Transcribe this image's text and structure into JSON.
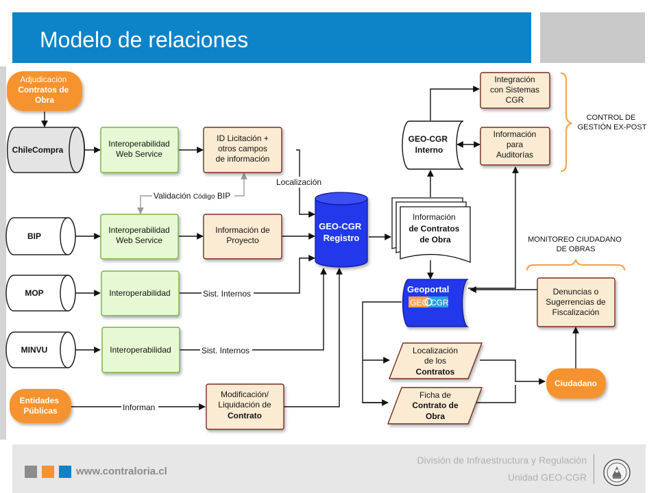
{
  "header": {
    "title": "Modelo de relaciones"
  },
  "nodes": {
    "adjudicacion": [
      "Adjudicación",
      "Contratos de",
      "Obra"
    ],
    "chilecompra": [
      "ChileCompra"
    ],
    "interop_ws_1": [
      "Interoperabilidad",
      "Web Service"
    ],
    "id_licitacion": [
      "ID Licitación +",
      "otros campos",
      "de información"
    ],
    "bip": [
      "BIP"
    ],
    "interop_ws_2": [
      "Interoperabilidad",
      "Web Service"
    ],
    "info_proyecto": [
      "Información de",
      "Proyecto"
    ],
    "mop": [
      "MOP"
    ],
    "interop_3": [
      "Interoperabilidad"
    ],
    "minvu": [
      "MINVU"
    ],
    "interop_4": [
      "Interoperabilidad"
    ],
    "entidades": [
      "Entidades",
      "Públicas"
    ],
    "modificacion": [
      "Modificación/",
      "Liquidación de",
      "Contrato"
    ],
    "registro": [
      "GEO-CGR",
      "Registro"
    ],
    "info_contratos": [
      "Información",
      "de Contratos",
      "de Obra"
    ],
    "interno": [
      "GEO-CGR",
      "Interno"
    ],
    "integracion": [
      "Integración",
      "con Sistemas",
      "CGR"
    ],
    "info_auditorias": [
      "Información",
      "para",
      "Auditorías"
    ],
    "geoportal": {
      "label": "Geoportal",
      "logo_a": "GEO",
      "logo_b": "CGR"
    },
    "localizacion": [
      "Localización",
      "de los",
      "Contratos"
    ],
    "ficha": [
      "Ficha de",
      "Contrato de",
      "Obra"
    ],
    "denuncias": [
      "Denuncias o",
      "Sugerrencias de",
      "Fiscalización"
    ],
    "ciudadano": [
      "Ciudadano"
    ]
  },
  "labels": {
    "localizacion_edge": "Localización",
    "validacion_a": "Validación",
    "validacion_b": "Código",
    "validacion_c": "BIP",
    "sist_internos_1": "Sist. Internos",
    "sist_internos_2": "Sist. Internos",
    "informan": "Informan",
    "control": [
      "CONTROL DE",
      "GESTIÓN EX-POST"
    ],
    "monitoreo": [
      "MONITOREO CIUDADANO",
      "DE OBRAS"
    ]
  },
  "footer": {
    "website": "www.contraloria.cl",
    "division": "División de Infraestructura y Regulación",
    "unit": "Unidad GEO-CGR"
  },
  "colors": {
    "title_bar": "#0d83c8",
    "orange": "#f7932e",
    "green_fill": "#e7f9d4",
    "green_border": "#74b247",
    "beige_fill": "#fbebd3",
    "beige_border": "#7a2b22",
    "registro_blue": "#2338ea",
    "bracket": "#f7a44e",
    "footer_square_1": "#8c8c8c",
    "footer_square_2": "#f7932e",
    "footer_square_3": "#0d83c8"
  }
}
